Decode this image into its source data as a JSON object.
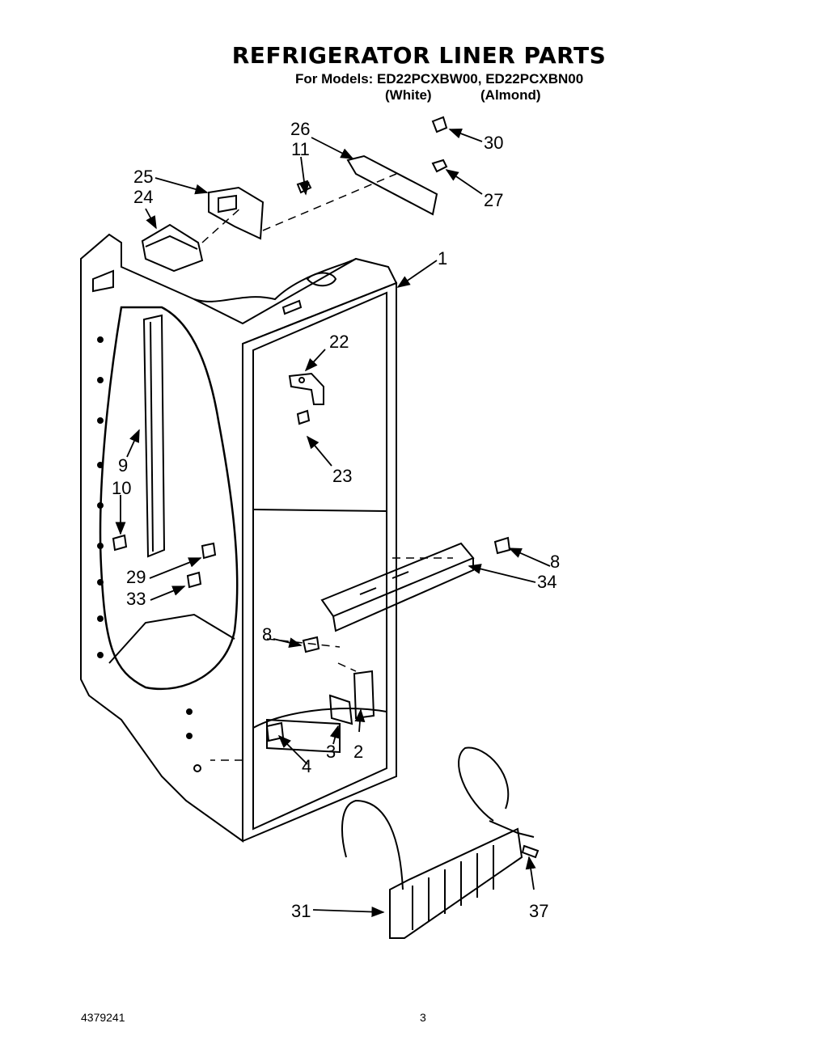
{
  "header": {
    "title": "REFRIGERATOR LINER PARTS",
    "models_line": "For Models: ED22PCXBW00, ED22PCXBN00",
    "color_white": "(White)",
    "color_almond": "(Almond)"
  },
  "footer": {
    "doc_number": "4379241",
    "page_number": "3"
  },
  "callouts": [
    {
      "id": "c1",
      "label": "1"
    },
    {
      "id": "c2",
      "label": "2"
    },
    {
      "id": "c3",
      "label": "3"
    },
    {
      "id": "c4",
      "label": "4"
    },
    {
      "id": "c8a",
      "label": "8"
    },
    {
      "id": "c8b",
      "label": "8"
    },
    {
      "id": "c9",
      "label": "9"
    },
    {
      "id": "c10",
      "label": "10"
    },
    {
      "id": "c11",
      "label": "11"
    },
    {
      "id": "c22",
      "label": "22"
    },
    {
      "id": "c23",
      "label": "23"
    },
    {
      "id": "c24",
      "label": "24"
    },
    {
      "id": "c25",
      "label": "25"
    },
    {
      "id": "c26",
      "label": "26"
    },
    {
      "id": "c27",
      "label": "27"
    },
    {
      "id": "c29",
      "label": "29"
    },
    {
      "id": "c30",
      "label": "30"
    },
    {
      "id": "c31",
      "label": "31"
    },
    {
      "id": "c33",
      "label": "33"
    },
    {
      "id": "c34",
      "label": "34"
    },
    {
      "id": "c37",
      "label": "37"
    }
  ]
}
